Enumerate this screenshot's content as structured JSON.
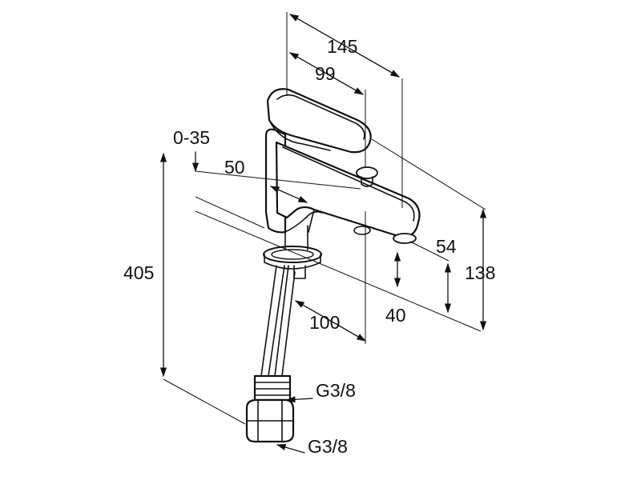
{
  "dimensions": {
    "width_total": "145",
    "width_spout": "99",
    "pull_rod_range": "0-35",
    "spout_offset": "50",
    "total_height": "405",
    "tap_height": "138",
    "spout_height": "54",
    "rod_height": "40",
    "base_depth": "100"
  },
  "connections": {
    "upper": "G3/8",
    "lower": "G3/8"
  }
}
